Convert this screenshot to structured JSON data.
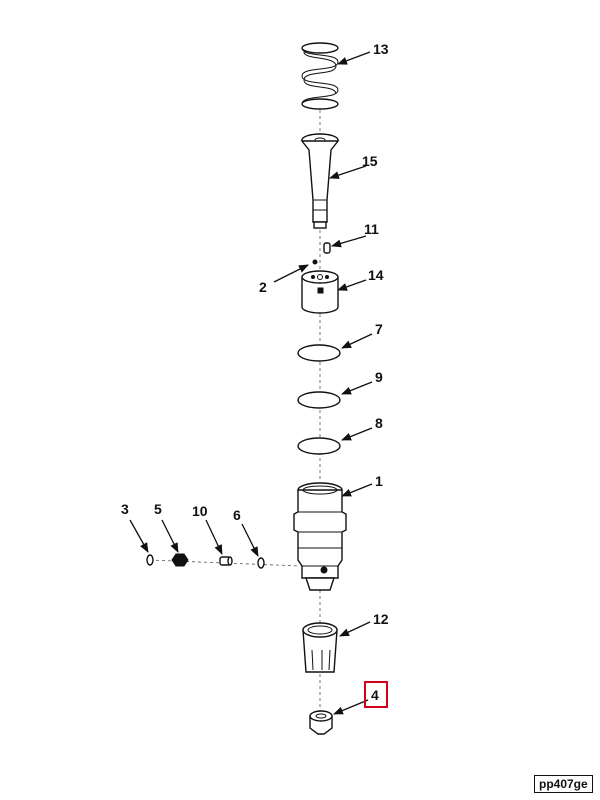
{
  "callouts": {
    "c13": "13",
    "c15": "15",
    "c11": "11",
    "c2": "2",
    "c14": "14",
    "c7": "7",
    "c9": "9",
    "c8": "8",
    "c1": "1",
    "c3": "3",
    "c5": "5",
    "c10": "10",
    "c6": "6",
    "c12": "12",
    "c4": "4"
  },
  "highlighted_callout": "4",
  "highlight_color": "#d4001a",
  "figure_code": "pp407ge"
}
